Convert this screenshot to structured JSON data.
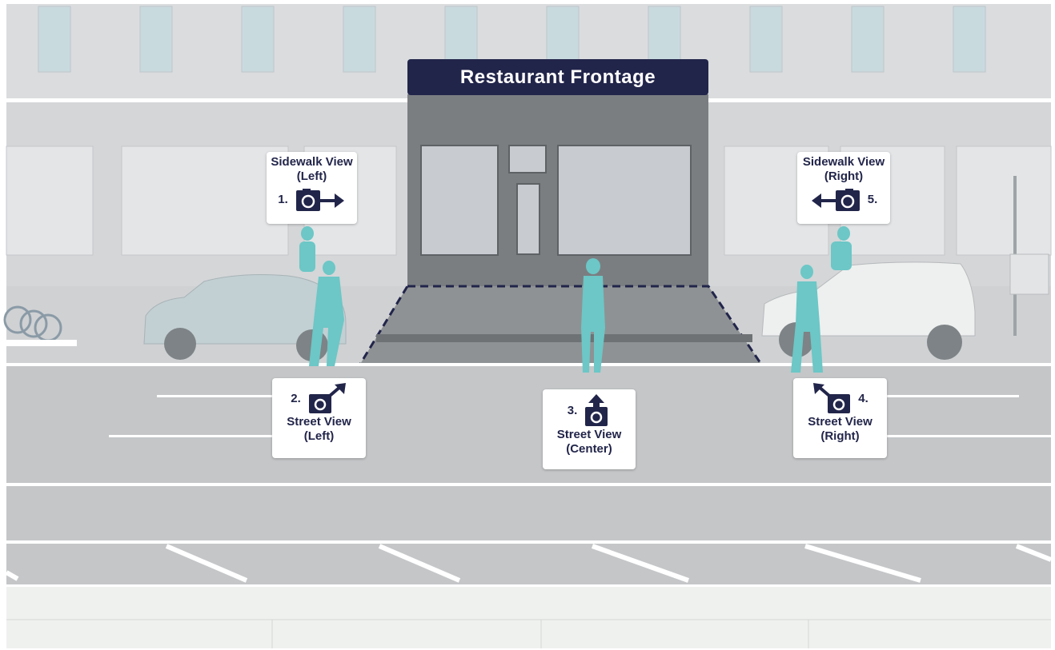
{
  "title": "Restaurant Frontage",
  "colors": {
    "navy": "#22254a",
    "figure": "#6cc7c6",
    "building": "#d6d8da",
    "road": "#c8cacc",
    "frontage": "#777a7d"
  },
  "viewpoints": [
    {
      "number": "1.",
      "line1": "Sidewalk View",
      "line2": "(Left)",
      "icon": "camera-arrow-right-icon"
    },
    {
      "number": "2.",
      "line1": "Street View",
      "line2": "(Left)",
      "icon": "camera-arrow-up-right-icon"
    },
    {
      "number": "3.",
      "line1": "Street View",
      "line2": "(Center)",
      "icon": "camera-arrow-up-icon"
    },
    {
      "number": "4.",
      "line1": "Street View",
      "line2": "(Right)",
      "icon": "camera-arrow-up-left-icon"
    },
    {
      "number": "5.",
      "line1": "Sidewalk View",
      "line2": "(Right)",
      "icon": "camera-arrow-left-icon"
    }
  ]
}
